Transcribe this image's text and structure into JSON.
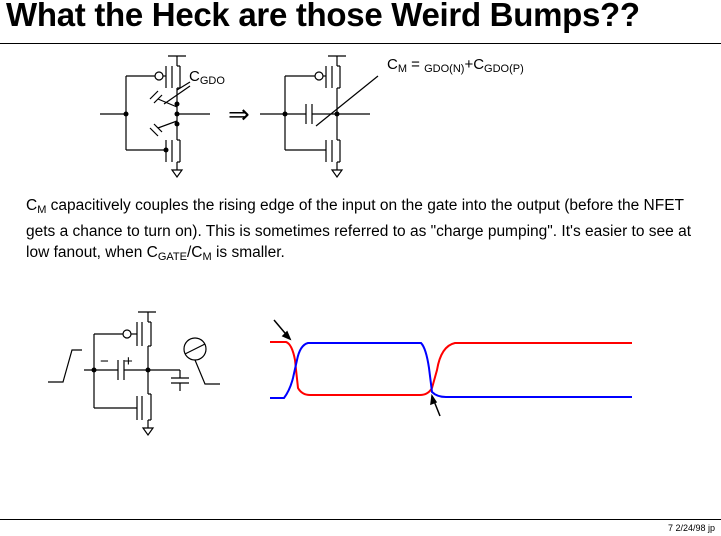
{
  "slide": {
    "title": "What the Heck are those Weird Bumps??",
    "footer": "7  2/24/98  jp"
  },
  "equation": {
    "lhs_main": "C",
    "lhs_sub": "M",
    "equals": " = ",
    "term1_sub": "GDO(N)",
    "plus": "+C",
    "term2_sub": "GDO(P)"
  },
  "label_cgdo": {
    "main": "C",
    "sub": "GDO"
  },
  "arrow_symbol": "⇒",
  "paragraph": {
    "part1": "C",
    "part1_sub": "M",
    "part2": " capacitively couples the rising edge of the input on the gate into the output (before the NFET gets a chance to turn on).  This is sometimes referred to as \"charge pumping\".  It's easier to see at low fanout, when C",
    "part3_sub": "GATE",
    "part4": "/C",
    "part4_sub": "M",
    "part5": " is smaller."
  },
  "cap_polarity": {
    "minus": "−",
    "plus": "+"
  },
  "waveform_colors": {
    "input": "#ff0000",
    "output": "#0000ff"
  }
}
